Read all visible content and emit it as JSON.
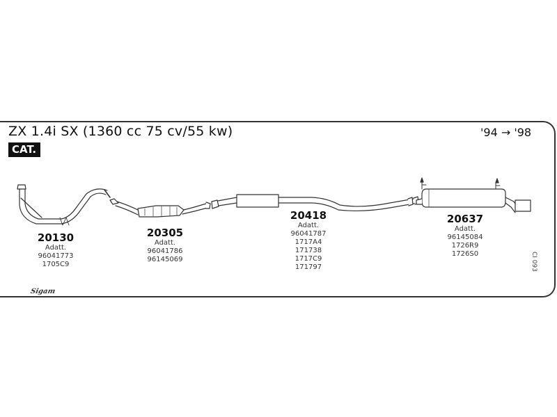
{
  "header": {
    "title": "ZX 1.4i SX (1360 cc 75 cv/55 kw)",
    "years": "'94 → '98",
    "badge": "CAT."
  },
  "parts": [
    {
      "number": "20130",
      "lines": [
        "Adatt.",
        "96041773",
        "1705C9"
      ]
    },
    {
      "number": "20305",
      "lines": [
        "Adatt.",
        "96041786",
        "96145069"
      ]
    },
    {
      "number": "20418",
      "lines": [
        "Adatt.",
        "96041787",
        "1717A4",
        "171738",
        "1717C9",
        "171797"
      ]
    },
    {
      "number": "20637",
      "lines": [
        "Adatt.",
        "96145084",
        "1726R9",
        "1726S0"
      ]
    }
  ],
  "footer": {
    "sheet_code": "CI 093",
    "logo": "Sigam"
  }
}
